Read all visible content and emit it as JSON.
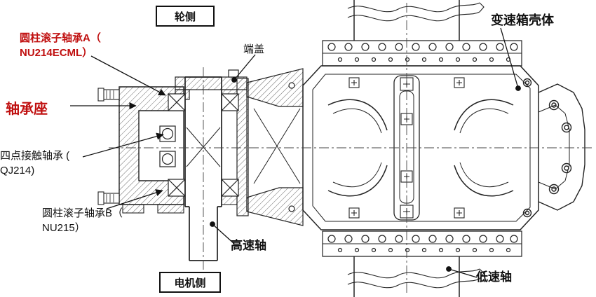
{
  "colors": {
    "red": "#c01010",
    "ink": "#1a1a1a"
  },
  "boxes": {
    "wheel_side": "轮侧",
    "motor_side": "电机侧"
  },
  "labels": {
    "bearing_a": "圆柱滚子轴承A（\nNU214ECML）",
    "bearing_seat": "轴承座",
    "four_point": "四点接触轴承 (\nQJ214)",
    "bearing_b": "圆柱滚子轴承B（\nNU215）",
    "end_cover": "端盖",
    "gearbox_housing": "变速箱壳体",
    "high_speed_shaft": "高速轴",
    "low_speed_shaft": "低速轴"
  }
}
